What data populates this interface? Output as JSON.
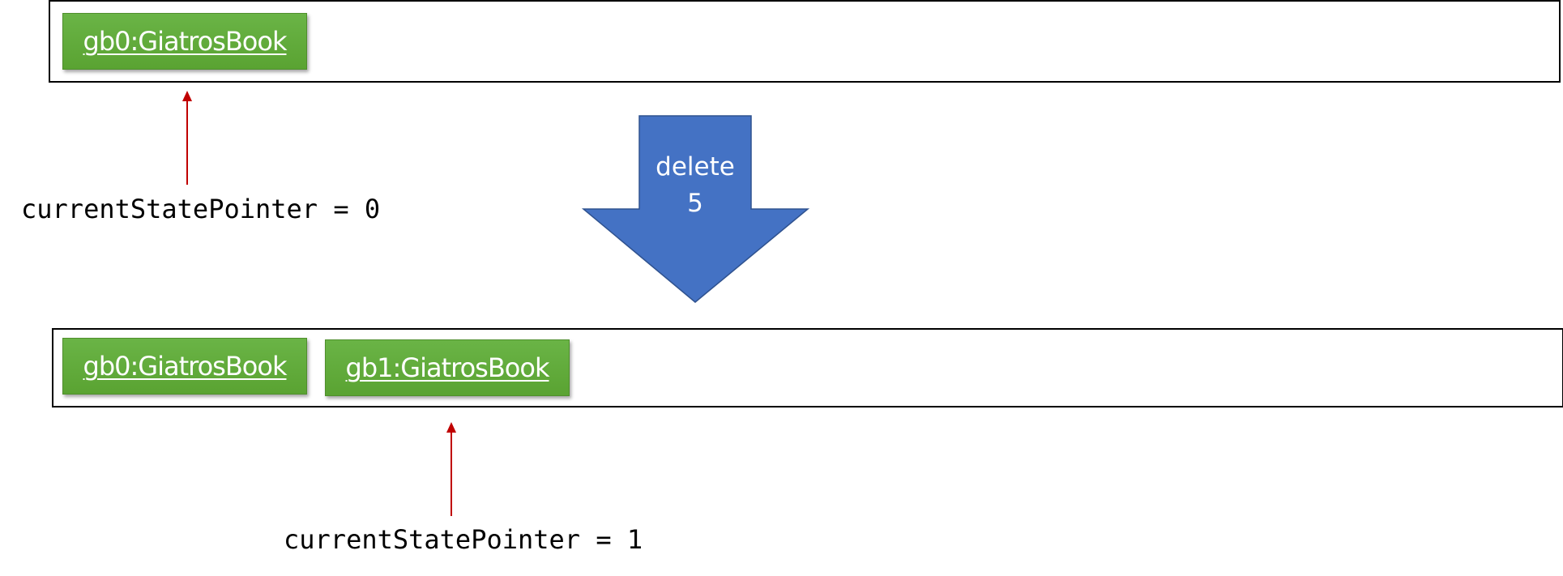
{
  "before": {
    "states": [
      "gb0:GiatrosBook"
    ],
    "pointer_label": "currentStatePointer = 0"
  },
  "command": {
    "line1": "delete",
    "line2": "5"
  },
  "after": {
    "states": [
      "gb0:GiatrosBook",
      "gb1:GiatrosBook"
    ],
    "pointer_label": "currentStatePointer = 1"
  },
  "colors": {
    "state_box": "#5aa332",
    "pointer_arrow": "#c00000",
    "command_arrow": "#4472c4",
    "command_arrow_border": "#2f528f"
  }
}
